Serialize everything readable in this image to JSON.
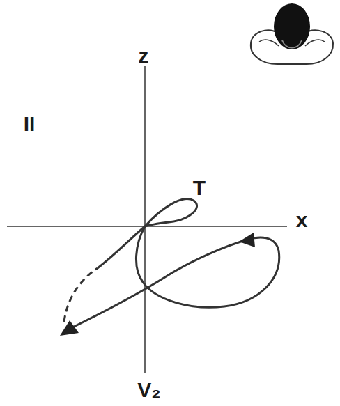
{
  "diagram": {
    "labels": [
      "II",
      "z",
      "x",
      "T",
      "V₂"
    ]
  }
}
